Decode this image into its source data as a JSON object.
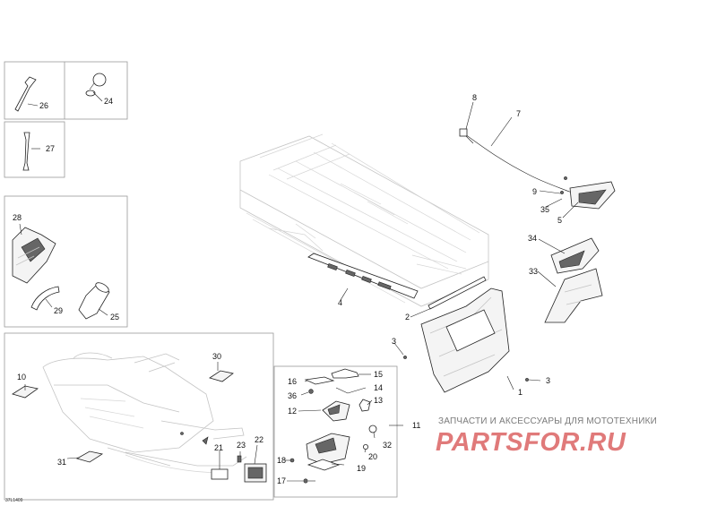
{
  "callouts": [
    {
      "id": "c1",
      "label": "1"
    },
    {
      "id": "c2",
      "label": "2"
    },
    {
      "id": "c3a",
      "label": "3"
    },
    {
      "id": "c3b",
      "label": "3"
    },
    {
      "id": "c4",
      "label": "4"
    },
    {
      "id": "c5",
      "label": "5"
    },
    {
      "id": "c7",
      "label": "7"
    },
    {
      "id": "c8",
      "label": "8"
    },
    {
      "id": "c9",
      "label": "9"
    },
    {
      "id": "c10",
      "label": "10"
    },
    {
      "id": "c11",
      "label": "11"
    },
    {
      "id": "c12",
      "label": "12"
    },
    {
      "id": "c13",
      "label": "13"
    },
    {
      "id": "c14",
      "label": "14"
    },
    {
      "id": "c15",
      "label": "15"
    },
    {
      "id": "c16",
      "label": "16"
    },
    {
      "id": "c17",
      "label": "17"
    },
    {
      "id": "c18",
      "label": "18"
    },
    {
      "id": "c19",
      "label": "19"
    },
    {
      "id": "c20",
      "label": "20"
    },
    {
      "id": "c21",
      "label": "21"
    },
    {
      "id": "c22",
      "label": "22"
    },
    {
      "id": "c23",
      "label": "23"
    },
    {
      "id": "c24",
      "label": "24"
    },
    {
      "id": "c25",
      "label": "25"
    },
    {
      "id": "c26",
      "label": "26"
    },
    {
      "id": "c27",
      "label": "27"
    },
    {
      "id": "c28",
      "label": "28"
    },
    {
      "id": "c29",
      "label": "29"
    },
    {
      "id": "c30",
      "label": "30"
    },
    {
      "id": "c31",
      "label": "31"
    },
    {
      "id": "c32",
      "label": "32"
    },
    {
      "id": "c33",
      "label": "33"
    },
    {
      "id": "c34",
      "label": "34"
    },
    {
      "id": "c35",
      "label": "35"
    },
    {
      "id": "c36",
      "label": "36"
    }
  ],
  "watermark": {
    "subtitle": "ЗАПЧАСТИ И АКСЕССУАРЫ ДЛЯ МОТОТЕХНИКИ",
    "logo": "PARTSFOR.RU"
  },
  "drawing_code": "37L1409"
}
